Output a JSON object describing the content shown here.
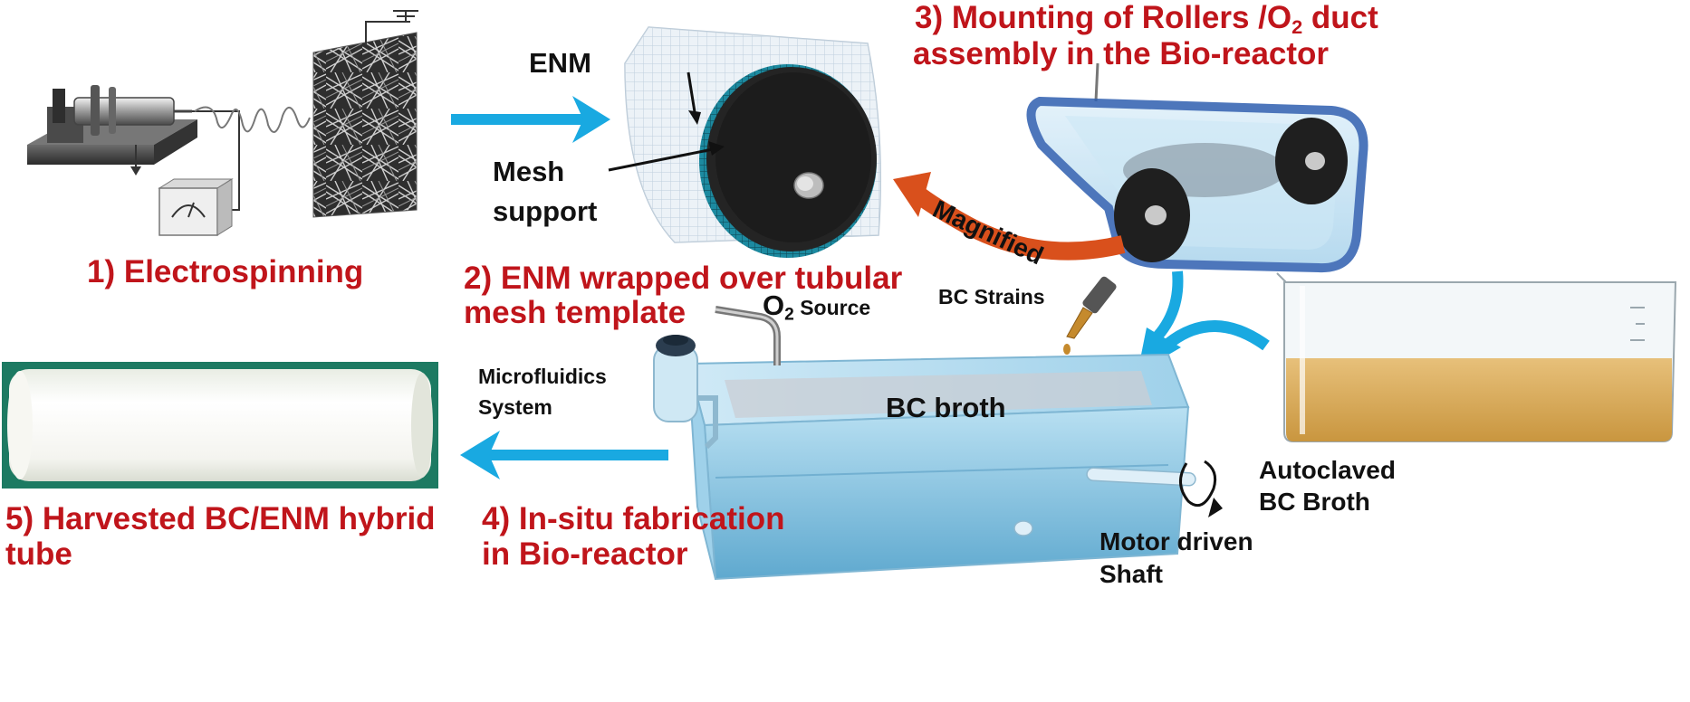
{
  "steps": {
    "s1": "1) Electrospinning",
    "s2_line1": "2) ENM wrapped over tubular",
    "s2_line2": "mesh template",
    "s3_line1_a": "3) Mounting of Rollers /O",
    "s3_line1_sub": "2",
    "s3_line1_b": " duct",
    "s3_line2": "assembly  in the Bio-reactor",
    "s4_line1": "4) In-situ fabrication",
    "s4_line2": "in Bio-reactor",
    "s5_line1": "5) Harvested BC/ENM hybrid",
    "s5_line2": "tube"
  },
  "labels": {
    "enm": "ENM",
    "mesh_line1": "Mesh",
    "mesh_line2": "support",
    "magnified": "Magnified",
    "o2_main": "O",
    "o2_sub": "2",
    "o2_source": " Source",
    "bc_strains": "BC  Strains",
    "microfluidics_line1": "Microfluidics",
    "microfluidics_line2": "System",
    "bc_broth": "BC broth",
    "autoclaved_line1": "Autoclaved",
    "autoclaved_line2": "BC Broth",
    "motor_line1": "Motor driven",
    "motor_line2": "Shaft"
  },
  "colors": {
    "step_label": "#c0151b",
    "flow_arrow": "#19a9e1",
    "magnified_arrow": "#d9501c",
    "reactor_water": "#8fc9e6",
    "belt": "#2f5fb0"
  }
}
